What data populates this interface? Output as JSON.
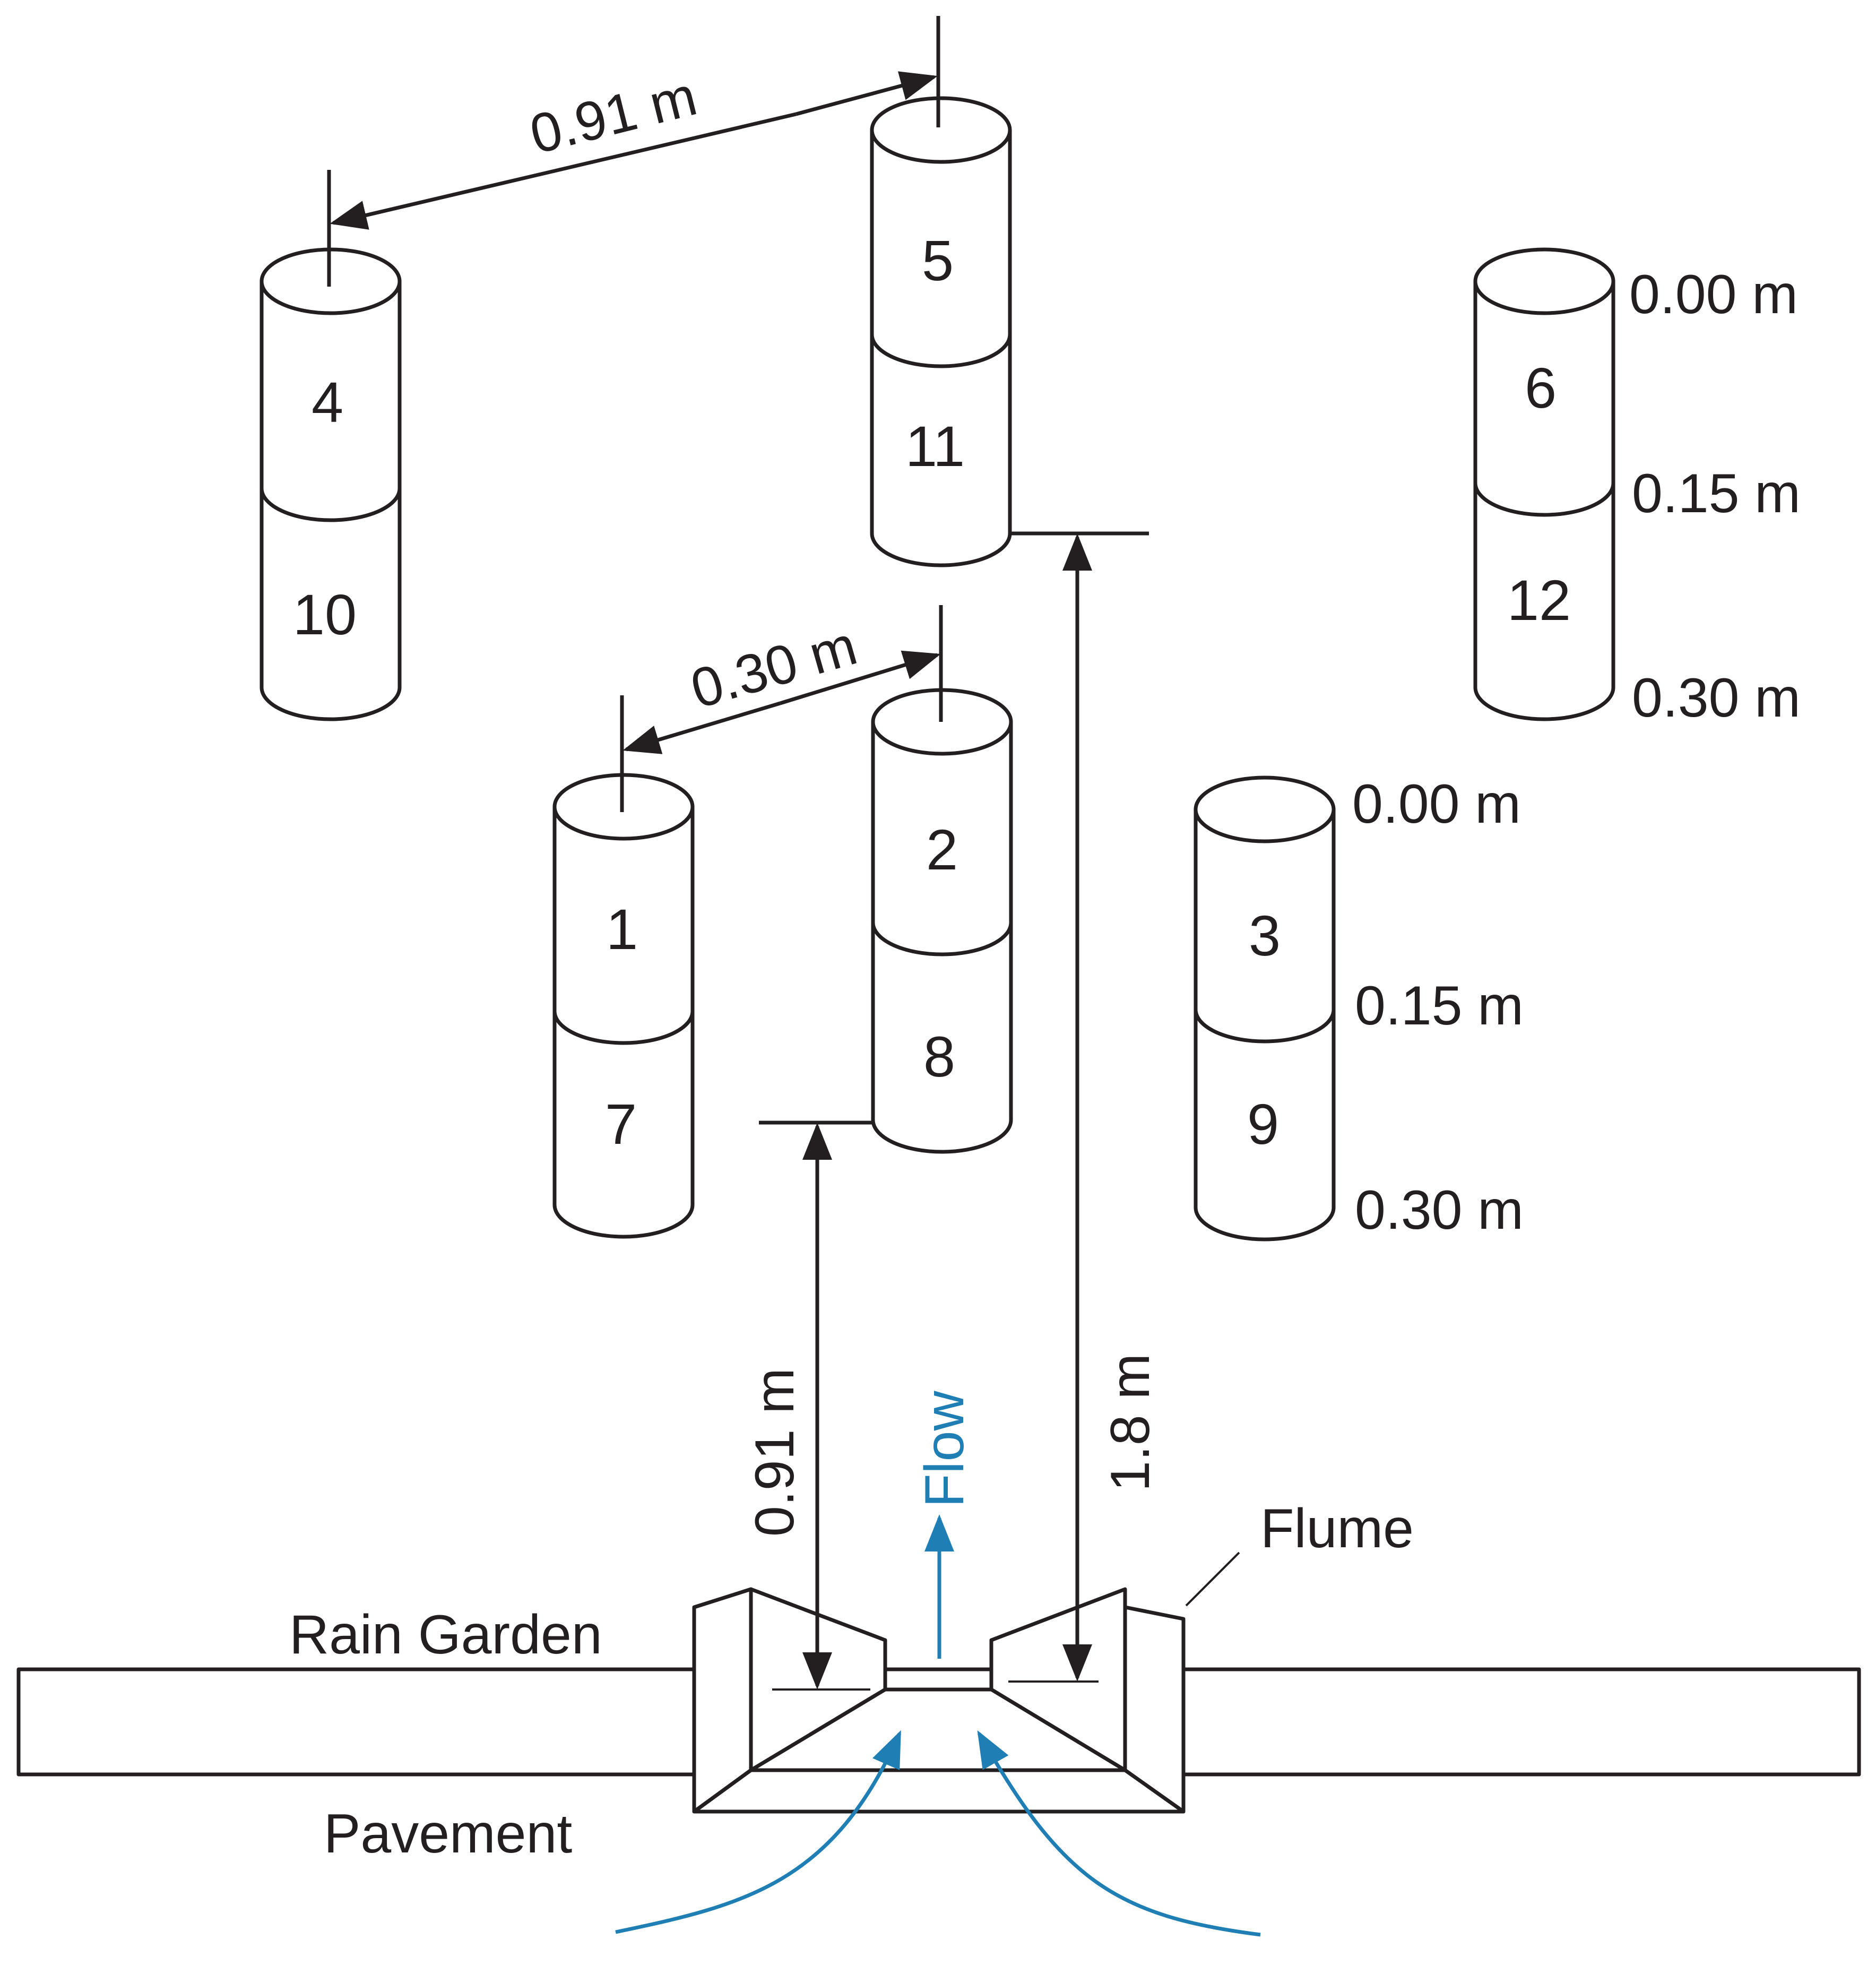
{
  "sample_ids": [
    "1",
    "2",
    "3",
    "4",
    "5",
    "6",
    "7",
    "8",
    "9",
    "10",
    "11",
    "12"
  ],
  "depth_labels": {
    "top": "0.00 m",
    "middle": "0.15 m",
    "bottom": "0.30 m"
  },
  "dimensions": {
    "spacing_far": "0.91 m",
    "spacing_near": "0.30 m",
    "distance_near": "0.91 m",
    "distance_far": "1.8 m"
  },
  "labels": {
    "flow": "Flow",
    "flume": "Flume",
    "rain_garden": "Rain Garden",
    "pavement": "Pavement"
  },
  "colors": {
    "ink": "#231f20",
    "flow": "#1f7fb5"
  }
}
